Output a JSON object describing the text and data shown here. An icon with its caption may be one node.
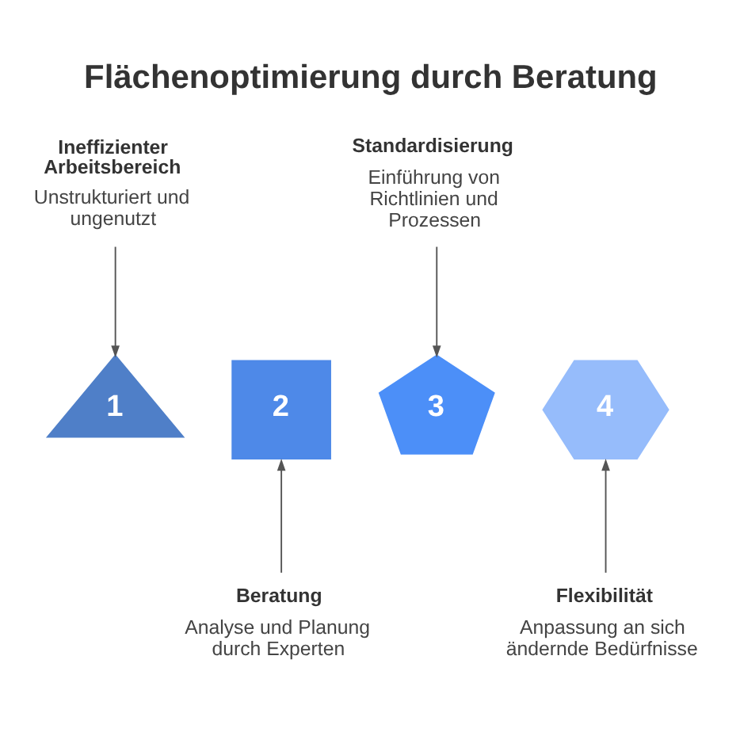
{
  "diagram": {
    "title": "Flächenoptimierung durch Beratung",
    "nodes": [
      {
        "text": [
          "Ineffizienter Arbeitsbereich",
          "Unstrukturiert und ungenutzt"
        ]
      },
      {
        "text": [
          "Standardisierung",
          "Einführung von Richtlinien und Prozessen"
        ]
      },
      {
        "text": [
          "1"
        ]
      },
      {
        "text": [
          "2"
        ]
      },
      {
        "text": [
          "3"
        ]
      },
      {
        "text": [
          "4"
        ]
      },
      {
        "text": [
          "Beratung",
          "Analyse und Planung durch Experten"
        ]
      },
      {
        "text": [
          "Flexibilität",
          "Anpassung an sich ändernde Bedürfnisse"
        ]
      }
    ],
    "edges": [
      {
        "from": 0,
        "to": 2,
        "arrow": "to"
      },
      {
        "from": 1,
        "to": 4,
        "arrow": "to"
      },
      {
        "from": 6,
        "to": 3,
        "arrow": "to"
      },
      {
        "from": 7,
        "to": 5,
        "arrow": "to"
      }
    ]
  }
}
